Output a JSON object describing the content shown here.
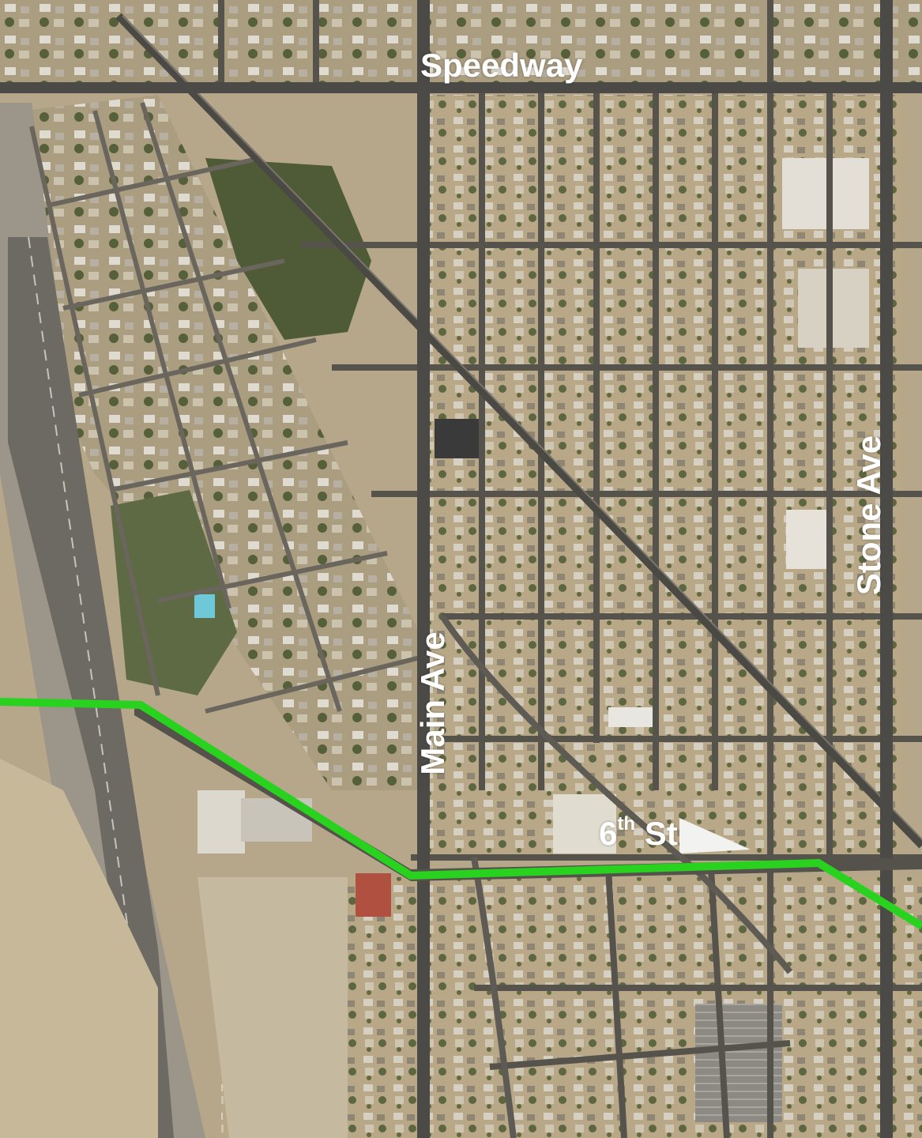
{
  "map": {
    "colors": {
      "ground": "#b6a78a",
      "road": "#5a5650",
      "highway": "#6c6a66",
      "vegetation": "#4f5a38",
      "rooftop": "#d9d4c8",
      "route": "#28d21e",
      "label": "#ffffff"
    },
    "street_labels": {
      "speedway": "Speedway",
      "main_ave": "Main Ave",
      "stone_ave": "Stone Ave",
      "sixth_st_number": "6",
      "sixth_st_suffix": "th",
      "sixth_st_name": "St"
    }
  }
}
